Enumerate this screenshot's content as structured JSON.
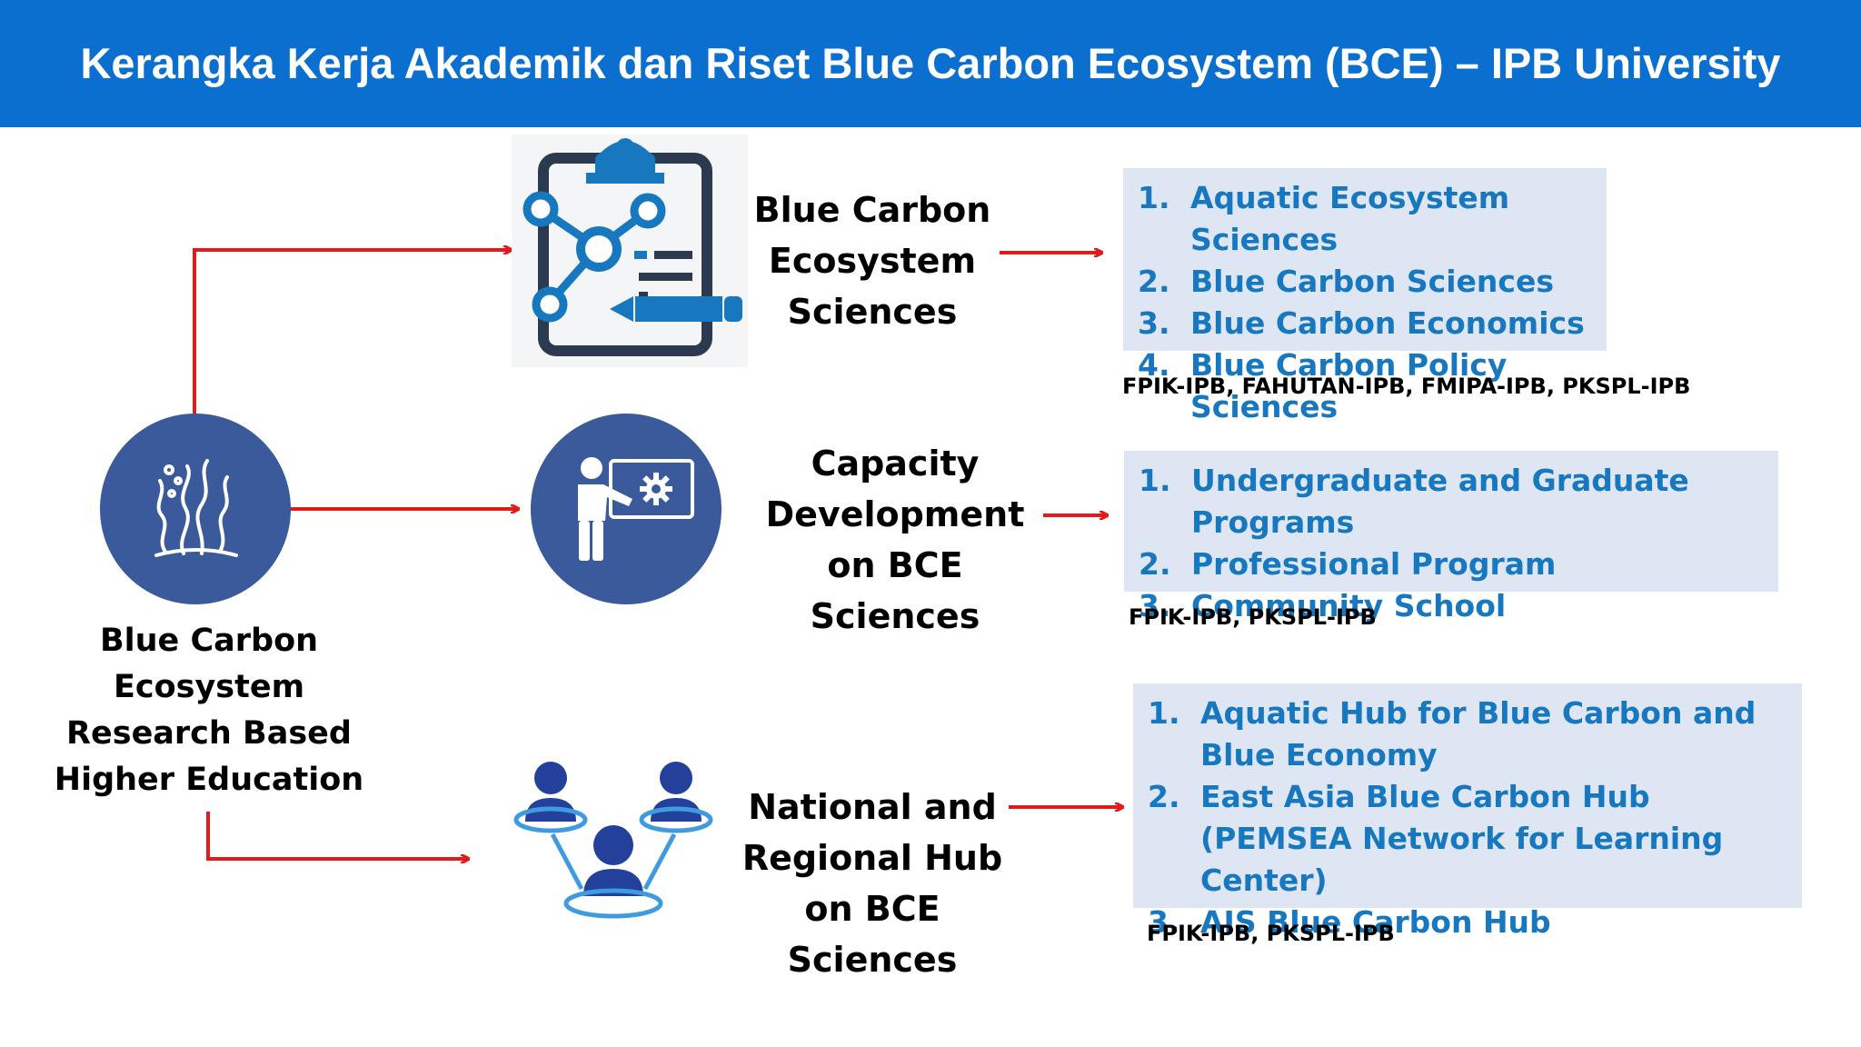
{
  "header": {
    "title": "Kerangka Kerja Akademik dan Riset Blue Carbon Ecosystem (BCE) – IPB University"
  },
  "root": {
    "label": "Blue Carbon Ecosystem Research Based Higher Education",
    "icon": "seaweed-icon"
  },
  "colors": {
    "header_bg": "#0b6fd0",
    "arrow": "#e3191c",
    "circle": "#3a5a9c",
    "list_bg": "#dde6f2",
    "list_text": "#1878bf",
    "icon_dark": "#2b3a4e",
    "icon_blue": "#1878bf"
  },
  "branches": [
    {
      "title": "Blue Carbon Ecosystem Sciences",
      "icon": "clipboard-network-icon",
      "items": [
        {
          "num": "1.",
          "text": "Aquatic Ecosystem Sciences"
        },
        {
          "num": "2.",
          "text": "Blue Carbon Sciences"
        },
        {
          "num": "3.",
          "text": "Blue Carbon Economics"
        },
        {
          "num": "4.",
          "text": "Blue Carbon Policy Sciences"
        }
      ],
      "institutions": "FPIK-IPB, FAHUTAN-IPB, FMIPA-IPB, PKSPL-IPB"
    },
    {
      "title": "Capacity Development on BCE Sciences",
      "icon": "teacher-presentation-icon",
      "items": [
        {
          "num": "1.",
          "text": "Undergraduate and Graduate Programs"
        },
        {
          "num": "2.",
          "text": "Professional Program"
        },
        {
          "num": "3.",
          "text": "Community School"
        }
      ],
      "institutions": "FPIK-IPB, PKSPL-IPB"
    },
    {
      "title": "National and Regional Hub on BCE Sciences",
      "icon": "people-network-icon",
      "items": [
        {
          "num": "1.",
          "text": "Aquatic Hub for Blue Carbon and Blue Economy"
        },
        {
          "num": "2.",
          "text": "East Asia Blue Carbon Hub (PEMSEA Network for Learning Center)"
        },
        {
          "num": "3.",
          "text": "AIS Blue Carbon Hub"
        }
      ],
      "institutions": "FPIK-IPB, PKSPL-IPB"
    }
  ]
}
